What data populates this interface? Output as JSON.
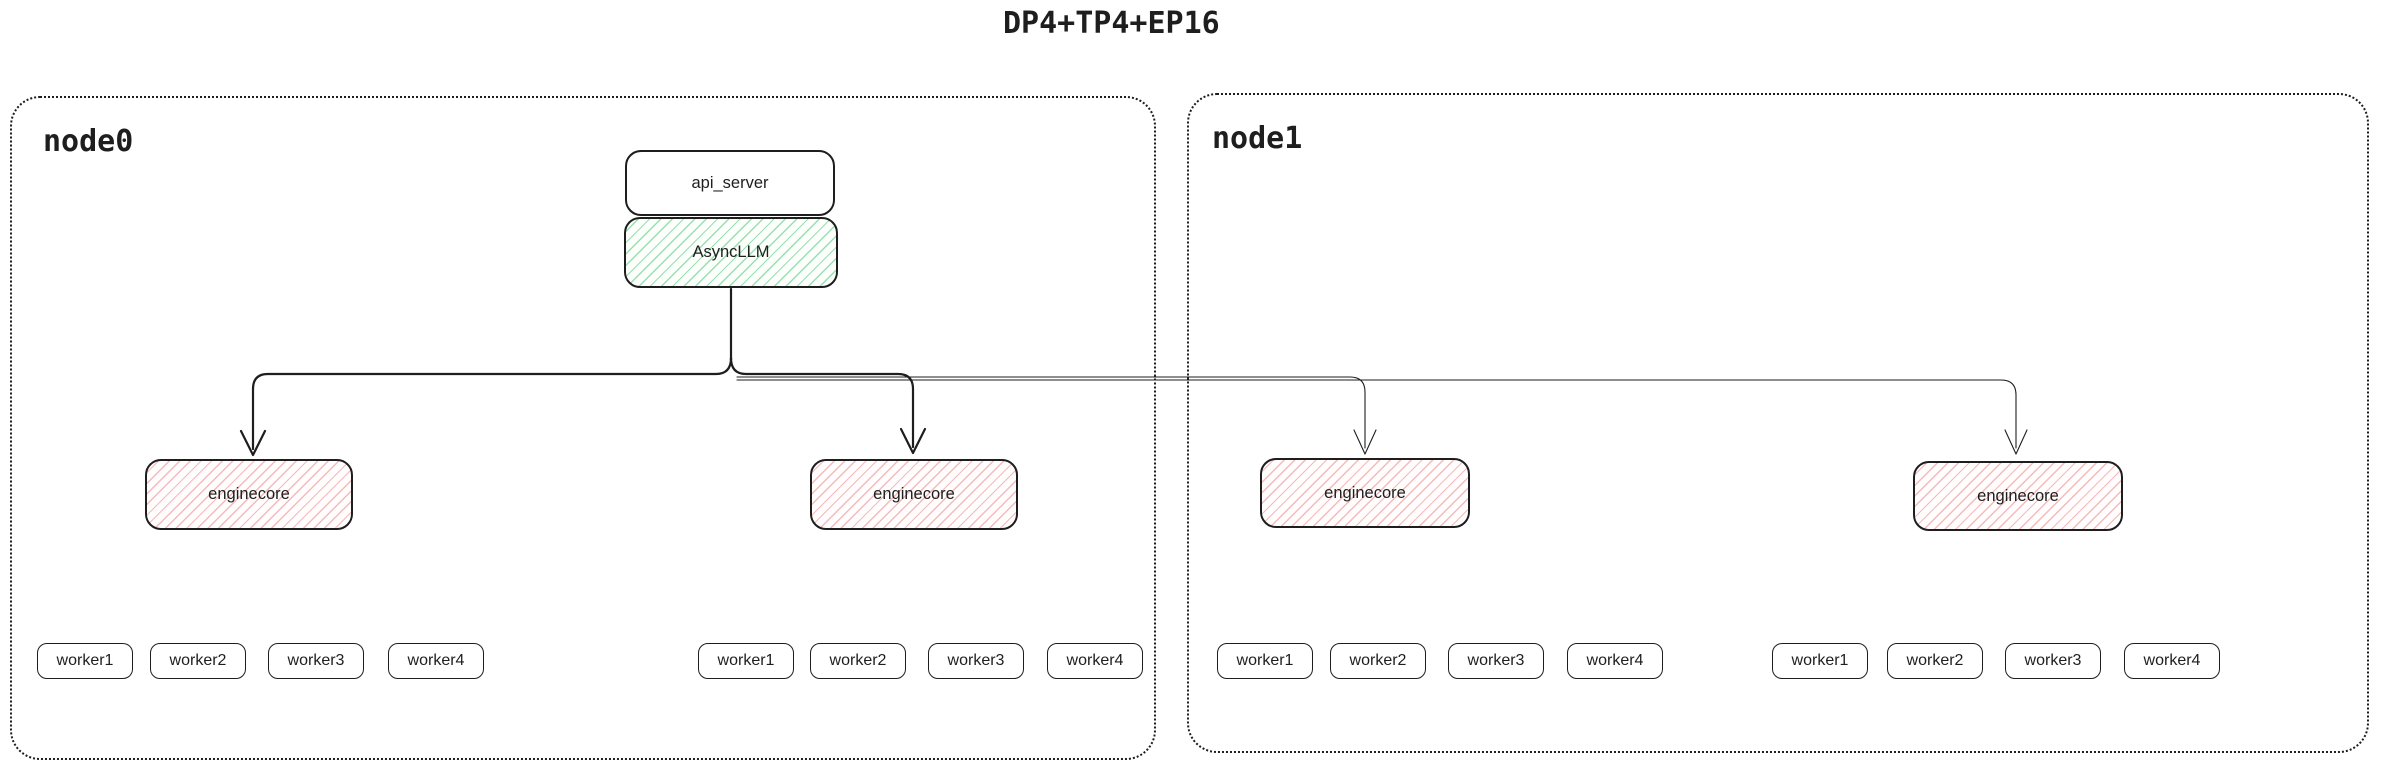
{
  "title": "DP4+TP4+EP16",
  "colors": {
    "ink": "#1e1e1e",
    "asyncllm_hatch": "#46c86e",
    "enginecore_hatch": "#eb7878",
    "background": "#ffffff"
  },
  "nodes": [
    {
      "label": "node0",
      "api_server_label": "api_server",
      "asyncllm_label": "AsyncLLM",
      "enginecores": [
        "enginecore",
        "enginecore"
      ],
      "worker_groups": [
        [
          "worker1",
          "worker2",
          "worker3",
          "worker4"
        ],
        [
          "worker1",
          "worker2",
          "worker3",
          "worker4"
        ]
      ]
    },
    {
      "label": "node1",
      "enginecores": [
        "enginecore",
        "enginecore"
      ],
      "worker_groups": [
        [
          "worker1",
          "worker2",
          "worker3",
          "worker4"
        ],
        [
          "worker1",
          "worker2",
          "worker3",
          "worker4"
        ]
      ]
    }
  ]
}
